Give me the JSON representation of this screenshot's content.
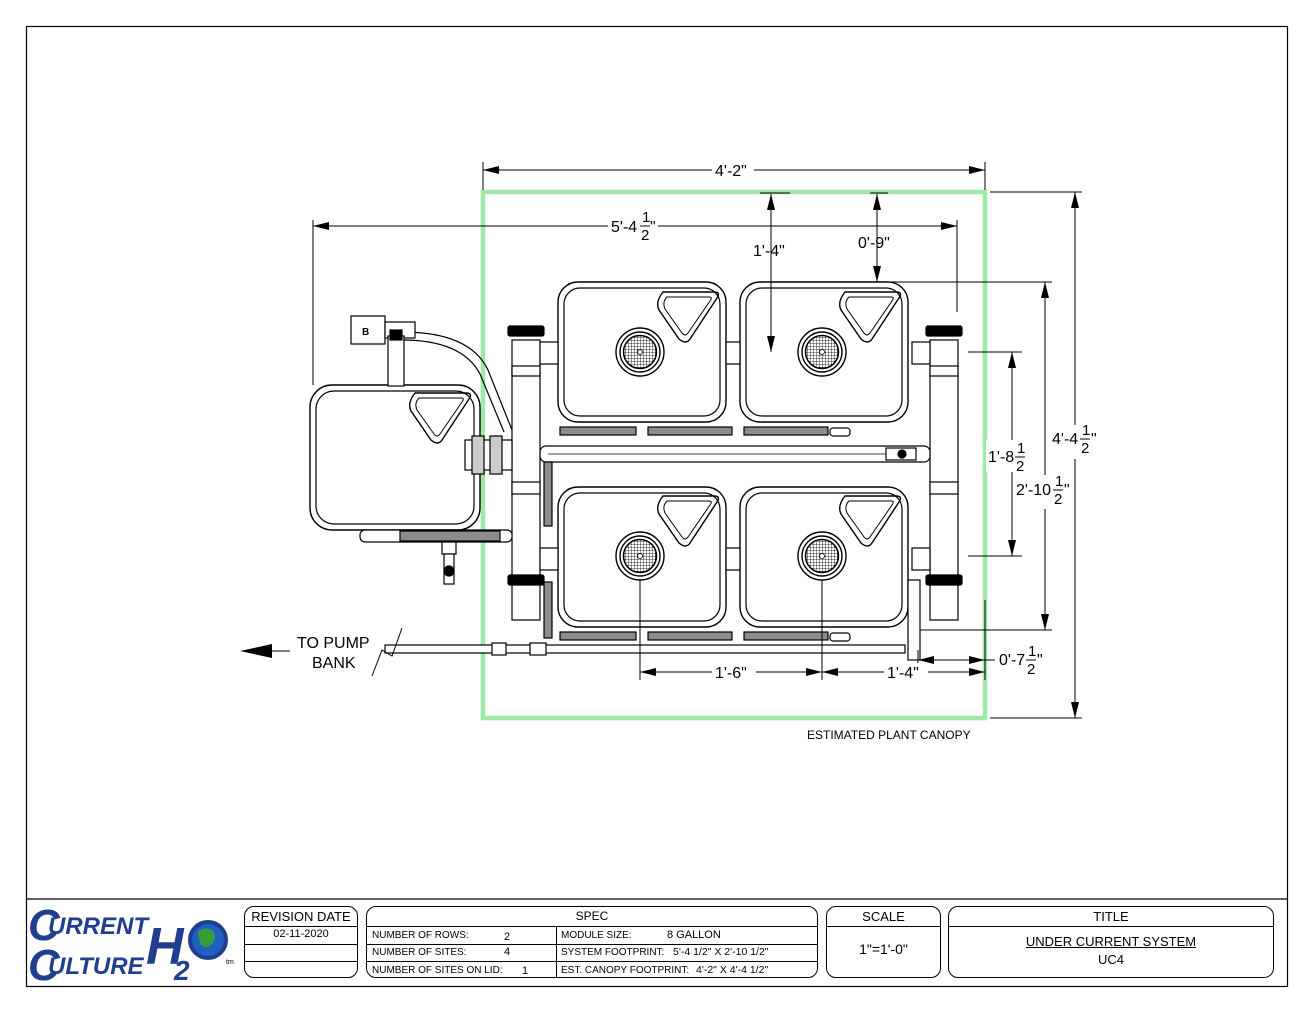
{
  "dimensions": {
    "canopy_width": "4'-2\"",
    "overall_width_whole": "5'-4",
    "overall_width_frac_num": "1",
    "overall_width_frac_den": "2",
    "top_offset": "1'-4\"",
    "tube_offset": "0'-9\"",
    "canopy_height_whole": "4'-4",
    "canopy_height_frac_num": "1",
    "canopy_height_frac_den": "2",
    "row_spacing_whole": "1'-8",
    "row_spacing_frac_num": "1",
    "row_spacing_frac_den": "2",
    "system_depth_whole": "2'-10",
    "system_depth_frac_num": "1",
    "system_depth_frac_den": "2",
    "site_spacing": "1'-6\"",
    "edge_spacing": "1'-4\"",
    "bottom_offset_whole": "0'-7",
    "bottom_offset_frac_num": "1",
    "bottom_offset_frac_den": "2",
    "quote": "\""
  },
  "labels": {
    "pump_line1": "TO PUMP",
    "pump_line2": "BANK",
    "canopy": "ESTIMATED PLANT CANOPY",
    "valve_tag": "B"
  },
  "colors": {
    "canopy": "#9ee8a8",
    "line": "#000000",
    "water_bar": "#8c8c8c",
    "logo_blue": "#1f3e8f",
    "globe_green": "#3a9b3a"
  },
  "title_block": {
    "logo": {
      "line1": "URRENT",
      "line2": "ULTURE",
      "cap": "C",
      "h": "H",
      "two": "2",
      "o": "O",
      "tm": "tm"
    },
    "revision": {
      "header": "REVISION DATE",
      "date": "02-11-2020"
    },
    "spec": {
      "header": "SPEC",
      "rows_label": "NUMBER OF ROWS:",
      "rows_value": "2",
      "sites_label": "NUMBER OF SITES:",
      "sites_value": "4",
      "lid_label": "NUMBER OF SITES ON LID:",
      "lid_value": "1",
      "module_label": "MODULE SIZE:",
      "module_value": "8 GALLON",
      "footprint_label": "SYSTEM FOOTPRINT:",
      "footprint_value": "5'-4 1/2\" X 2'-10 1/2\"",
      "canopy_label": "EST. CANOPY FOOTPRINT:",
      "canopy_value": "4'-2\" X 4'-4 1/2\""
    },
    "scale": {
      "header": "SCALE",
      "value": "1\"=1'-0\""
    },
    "title": {
      "header": "TITLE",
      "name": "UNDER CURRENT SYSTEM",
      "code": "UC4"
    }
  }
}
